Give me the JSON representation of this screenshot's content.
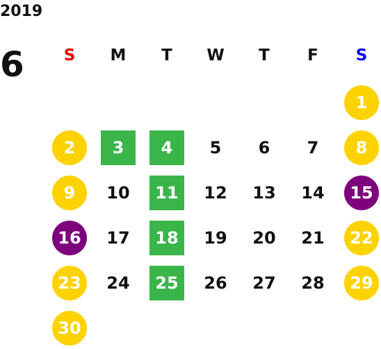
{
  "calendar": {
    "year": "2019",
    "month": "6",
    "weekdays": [
      {
        "label": "S",
        "color": "#e60000"
      },
      {
        "label": "M",
        "color": "#111111"
      },
      {
        "label": "T",
        "color": "#111111"
      },
      {
        "label": "W",
        "color": "#111111"
      },
      {
        "label": "T",
        "color": "#111111"
      },
      {
        "label": "F",
        "color": "#111111"
      },
      {
        "label": "S",
        "color": "#0000e6"
      }
    ],
    "first_weekday_index": 6,
    "days": [
      {
        "label": "1",
        "highlight": "yellow"
      },
      {
        "label": "2",
        "highlight": "yellow"
      },
      {
        "label": "3",
        "highlight": "green"
      },
      {
        "label": "4",
        "highlight": "green"
      },
      {
        "label": "5",
        "highlight": "none"
      },
      {
        "label": "6",
        "highlight": "none"
      },
      {
        "label": "7",
        "highlight": "none"
      },
      {
        "label": "8",
        "highlight": "yellow"
      },
      {
        "label": "9",
        "highlight": "yellow"
      },
      {
        "label": "10",
        "highlight": "none"
      },
      {
        "label": "11",
        "highlight": "green"
      },
      {
        "label": "12",
        "highlight": "none"
      },
      {
        "label": "13",
        "highlight": "none"
      },
      {
        "label": "14",
        "highlight": "none"
      },
      {
        "label": "15",
        "highlight": "purple"
      },
      {
        "label": "16",
        "highlight": "purple"
      },
      {
        "label": "17",
        "highlight": "none"
      },
      {
        "label": "18",
        "highlight": "green"
      },
      {
        "label": "19",
        "highlight": "none"
      },
      {
        "label": "20",
        "highlight": "none"
      },
      {
        "label": "21",
        "highlight": "none"
      },
      {
        "label": "22",
        "highlight": "yellow"
      },
      {
        "label": "23",
        "highlight": "yellow"
      },
      {
        "label": "24",
        "highlight": "none"
      },
      {
        "label": "25",
        "highlight": "green"
      },
      {
        "label": "26",
        "highlight": "none"
      },
      {
        "label": "27",
        "highlight": "none"
      },
      {
        "label": "28",
        "highlight": "none"
      },
      {
        "label": "29",
        "highlight": "yellow"
      },
      {
        "label": "30",
        "highlight": "yellow"
      }
    ],
    "colors": {
      "yellow": "#fcd200",
      "purple": "#7d007d",
      "green": "#3ab54a",
      "sunday": "#e60000",
      "saturday": "#0000e6"
    }
  }
}
